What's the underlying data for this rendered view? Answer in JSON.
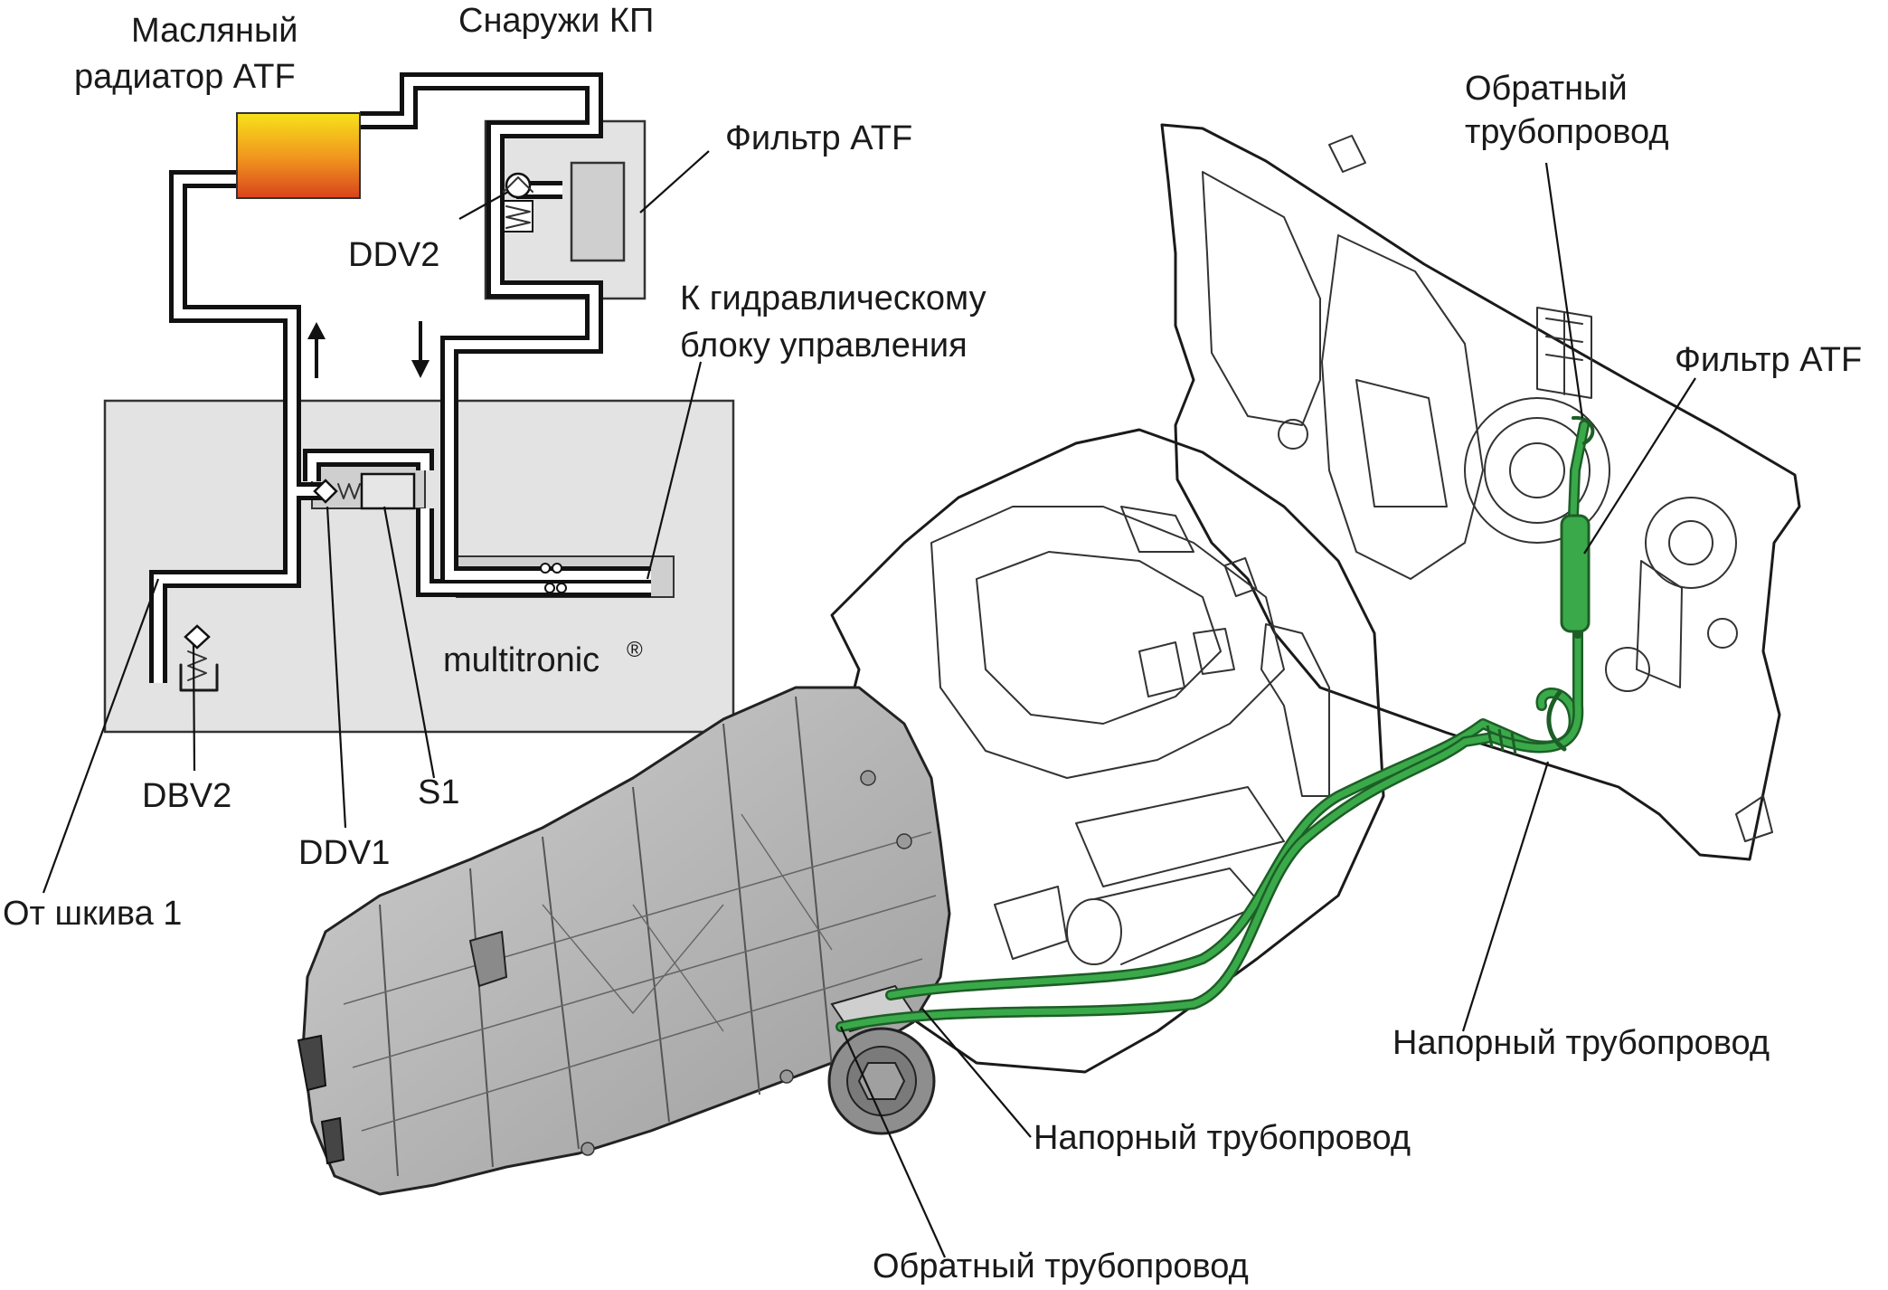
{
  "labels": {
    "oil_cooler": [
      "Масляный",
      "радиатор ATF"
    ],
    "outside_gearbox": "Снаружи КП",
    "atf_filter_left": "Фильтр ATF",
    "ddv2": "DDV2",
    "to_hydraulic_block": [
      "К гидравлическому",
      "блоку управления"
    ],
    "multitronic": "multitronic",
    "multitronic_mark": "®",
    "dbv2": "DBV2",
    "s1": "S1",
    "ddv1": "DDV1",
    "from_pulley": "От шкива 1",
    "return_line_top": [
      "Обратный",
      "трубопровод"
    ],
    "atf_filter_right": "Фильтр ATF",
    "pressure_line_right": "Напорный трубопровод",
    "pressure_line_bottom": "Напорный трубопровод",
    "return_line_bottom": "Обратный трубопровод"
  },
  "colors": {
    "hose_green": "#3aa94a",
    "hose_dark": "#1d5e26",
    "radiator_top": "#f7e21b",
    "radiator_bottom": "#d8431c",
    "housing_gray": "#e3e3e3",
    "transmission_gray": "#b9b9b9"
  },
  "icons": {
    "arrow_up": "flow-up-arrow-icon",
    "arrow_down": "flow-down-arrow-icon"
  }
}
